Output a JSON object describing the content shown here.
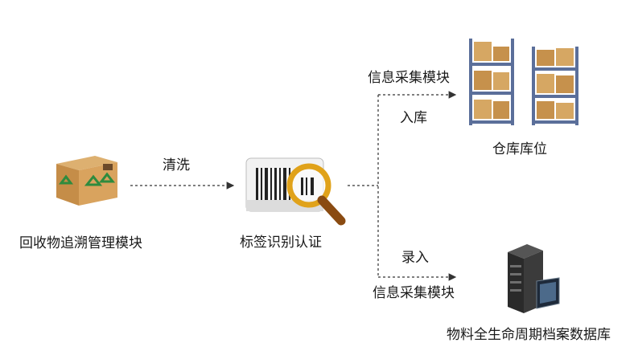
{
  "nodes": {
    "recycle": {
      "label": "回收物追溯管理模块",
      "icon": "recycle-box-icon"
    },
    "scan": {
      "label": "标签识别认证",
      "icon": "barcode-magnifier-icon"
    },
    "warehouse": {
      "label": "仓库库位",
      "icon": "warehouse-shelves-icon"
    },
    "database": {
      "label": "物料全生命周期档案数据库",
      "icon": "server-database-icon"
    }
  },
  "edges": {
    "clean": {
      "label": "清洗"
    },
    "to_warehouse": {
      "label": "入库",
      "module": "信息采集模块"
    },
    "to_database": {
      "label": "录入",
      "module": "信息采集模块"
    }
  },
  "colors": {
    "arrow": "#333333",
    "box": "#c8914c",
    "recycle": "#2e8b3e",
    "magnifier": "#e0a21a"
  }
}
